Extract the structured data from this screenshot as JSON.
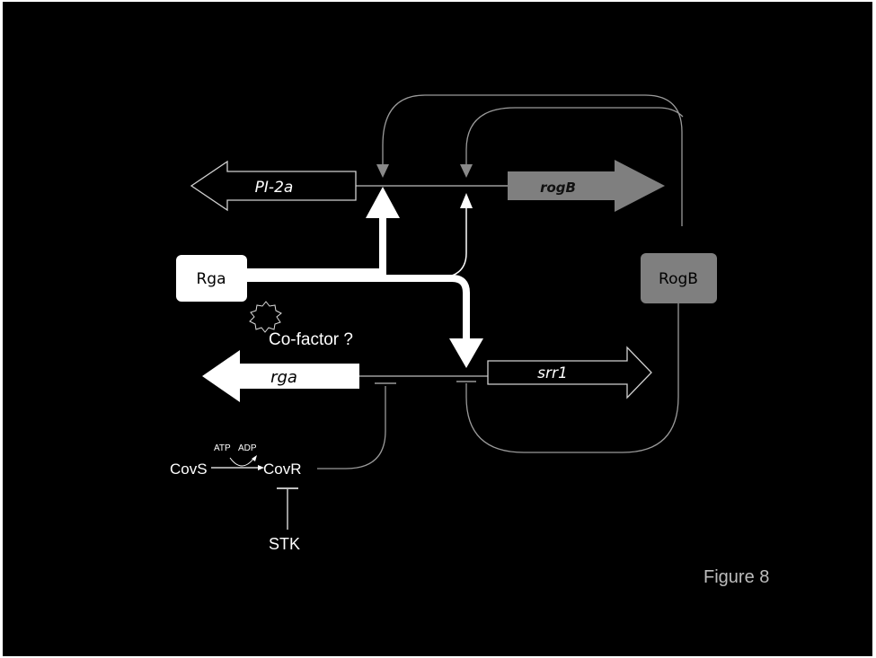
{
  "genes": {
    "pi2a": "PI-2a",
    "rogB": "rogB",
    "rga": "rga",
    "srr1": "srr1"
  },
  "proteins": {
    "rga": "Rga",
    "rogB": "RogB"
  },
  "cofactor": "Co-factor ?",
  "sensors": {
    "covS": "CovS",
    "covR": "CovR",
    "atp": "ATP",
    "adp": "ADP",
    "stk": "STK"
  },
  "figure_label": "Figure 8",
  "colors": {
    "background": "#000000",
    "white": "#ffffff",
    "gray": "#7f7f7f",
    "thin_line": "#9a9a9a"
  }
}
